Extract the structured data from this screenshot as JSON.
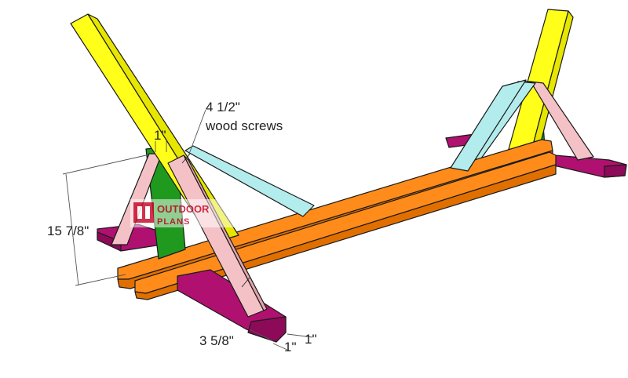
{
  "annotations": {
    "screws": {
      "line1": "4 1/2\"",
      "line2": "wood screws"
    },
    "dim_top_gap": "1\"",
    "dim_height": "15 7/8\"",
    "dim_foot_width": "3 5/8\"",
    "dim_foot_gap_a": "1\"",
    "dim_foot_gap_b": "1\""
  },
  "watermark": {
    "line1": "OUTDOOR",
    "line2": "PLANS"
  },
  "colors": {
    "yellow_post": "#ffff1a",
    "yellow_post_side": "#e6e600",
    "cyan_brace": "#b3ecec",
    "cyan_brace_side": "#8fd4d4",
    "orange_beam": "#ff8c1a",
    "orange_beam_side": "#e06f00",
    "pink_leg": "#f4c2c6",
    "pink_leg_side": "#e2a4aa",
    "green_block": "#1f9a1f",
    "green_block_side": "#137a13",
    "magenta_foot": "#b0106f",
    "magenta_foot_side": "#8c0a58",
    "watermark_red": "#c8102e"
  }
}
